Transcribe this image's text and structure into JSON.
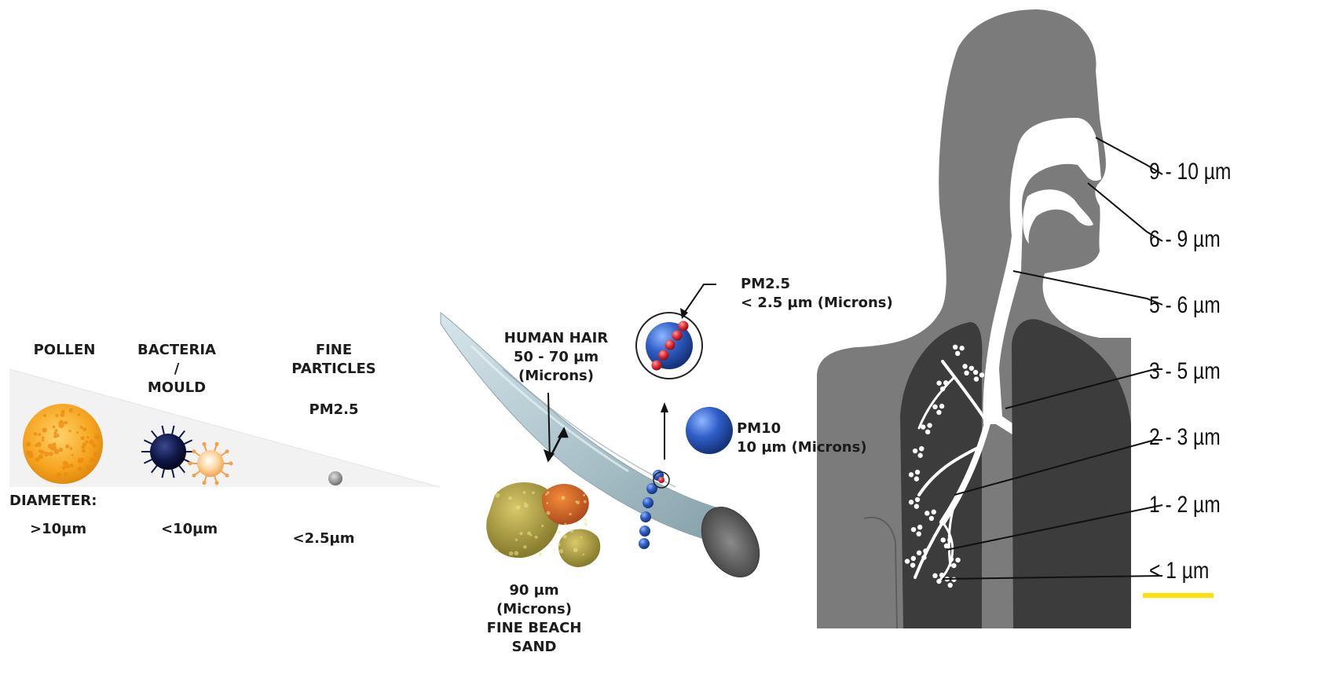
{
  "particle_size_panel": {
    "columns": [
      {
        "name": "POLLEN",
        "size": ">10µm"
      },
      {
        "name": "BACTERIA /\nMOULD",
        "size": "<10µm"
      },
      {
        "name": "FINE\nPARTICLES",
        "subname": "PM2.5",
        "size": "<2.5µm"
      }
    ],
    "diameter_label": "DIAMETER:"
  },
  "hair_comparison_panel": {
    "hair_label": "HUMAN HAIR\n50 - 70 µm (Microns)",
    "pm25_label": "PM2.5\n< 2.5 µm (Microns)",
    "pm10_label": "PM10\n10 µm (Microns)",
    "sand_label": "90 µm (Microns)\nFINE BEACH SAND"
  },
  "respiratory_panel": {
    "depth_labels": [
      "9 - 10 µm",
      "6 - 9 µm",
      "5 - 6 µm",
      "3 - 5 µm",
      "2 - 3 µm",
      "1 - 2 µm",
      "< 1 µm"
    ]
  },
  "colors": {
    "pollen": "#f5a623",
    "bacteria": "#0d1442",
    "particle_blue": "#2f5fc7",
    "particle_red": "#e0262b",
    "hair": "#b9cfd6",
    "body_gray": "#7b7b7b",
    "lung_dark": "#3c3c3c",
    "accent_yellow": "#ffe000"
  }
}
